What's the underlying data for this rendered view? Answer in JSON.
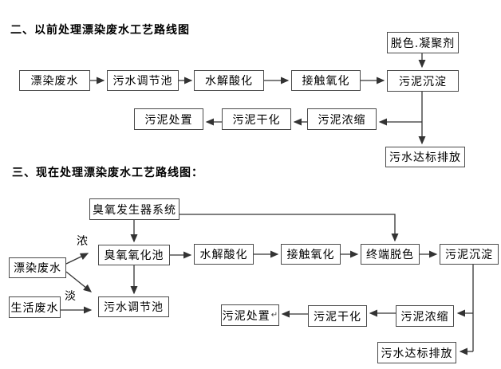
{
  "colors": {
    "background": "#ffffff",
    "box_border": "#4a4a4a",
    "line": "#333333",
    "text": "#000000"
  },
  "section_old": {
    "title": "二、以前处理漂染废水工艺路线图",
    "nodes": {
      "dye_wastewater": "漂染废水",
      "regulating_tank": "污水调节池",
      "hydrolysis_acidification": "水解酸化",
      "contact_oxidation": "接触氧化",
      "sludge_sedimentation": "污泥沉淀",
      "decolorant_coagulant": "脱色.凝聚剂",
      "sludge_disposal": "污泥处置",
      "sludge_drying": "污泥干化",
      "sludge_thickening": "污泥浓缩",
      "compliant_discharge": "污水达标排放"
    }
  },
  "section_new": {
    "title": "三、现在处理漂染废水工艺路线图：",
    "flow_labels": {
      "concentrated": "浓",
      "dilute": "淡"
    },
    "pilcrow": "↵",
    "nodes": {
      "ozone_generator_system": "臭氧发生器系统",
      "ozone_oxidation_tank": "臭氧氧化池",
      "hydrolysis_acidification": "水解酸化",
      "contact_oxidation": "接触氧化",
      "terminal_decolorization": "终端脱色",
      "sludge_sedimentation": "污泥沉淀",
      "dye_wastewater": "漂染废水",
      "domestic_wastewater": "生活废水",
      "regulating_tank": "污水调节池",
      "sludge_disposal": "污泥处置",
      "sludge_drying": "污泥干化",
      "sludge_thickening": "污泥浓缩",
      "compliant_discharge": "污水达标排放"
    }
  }
}
